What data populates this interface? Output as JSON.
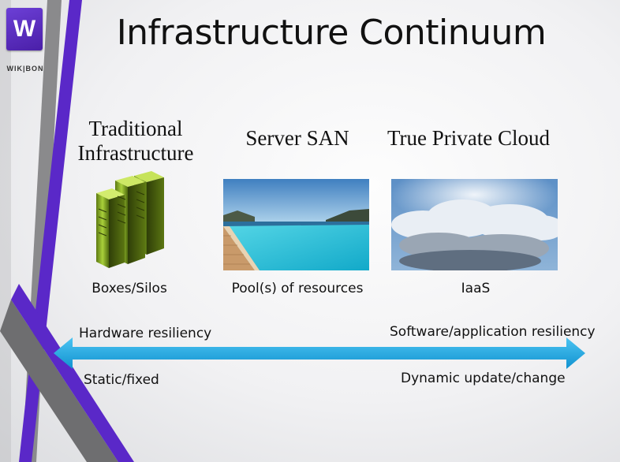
{
  "logo": {
    "letter": "W",
    "wordmark": "WIK|BON"
  },
  "title": "Infrastructure Continuum",
  "columns": [
    {
      "heading_line1": "Traditional",
      "heading_line2": "Infrastructure",
      "label": "Boxes/Silos",
      "icon": "server-towers-icon"
    },
    {
      "heading_line1": "Server SAN",
      "label": "Pool(s) of resources",
      "icon": "pool-image"
    },
    {
      "heading_line1": "True Private Cloud",
      "label": "IaaS",
      "icon": "cloud-image"
    }
  ],
  "continuum": {
    "left_top": "Hardware resiliency",
    "left_bottom": "Static/fixed",
    "right_top": "Software/application resiliency",
    "right_bottom": "Dynamic update/change"
  },
  "colors": {
    "accent_purple": "#5a28c8",
    "arrow_blue": "#1ea8e6",
    "server_green": "#8fb52a",
    "stripe_gray": "#7a7a7a"
  }
}
